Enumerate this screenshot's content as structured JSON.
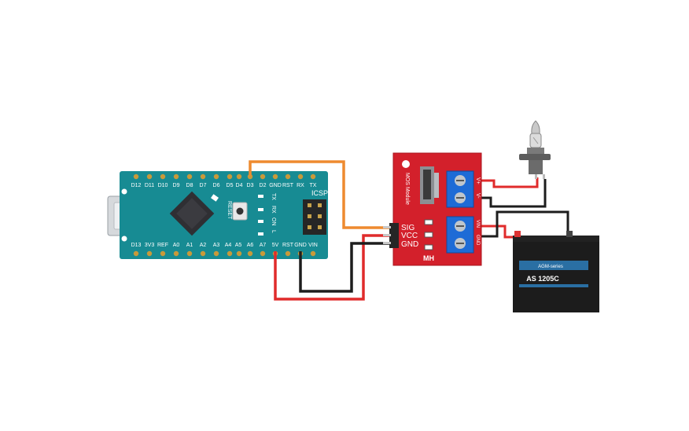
{
  "arduino": {
    "top_pins": [
      "D12",
      "D11",
      "D10",
      "D9",
      "D8",
      "D7",
      "D6",
      "D5",
      "D4",
      "D3",
      "D2",
      "GND",
      "RST",
      "RX",
      "TX"
    ],
    "bottom_pins": [
      "D13",
      "3V3",
      "REF",
      "A0",
      "A1",
      "A2",
      "A3",
      "A4",
      "A5",
      "A6",
      "A7",
      "5V",
      "RST",
      "GND",
      "VIN"
    ],
    "icsp_label": "ICSP",
    "reset_label": "RESET",
    "leds": [
      "TX",
      "RX",
      "ON",
      "L"
    ]
  },
  "mosfet_module": {
    "title": "MOS Module",
    "pins": [
      "SIG",
      "VCC",
      "GND"
    ],
    "brand": "MH",
    "load_terminal_labels": [
      "V+",
      "V-"
    ],
    "power_terminal_labels": [
      "VIN",
      "GND"
    ]
  },
  "battery": {
    "model": "AS 1205C",
    "brand": "AGM-series"
  },
  "colors": {
    "pcb_teal": "#178b93",
    "module_red": "#d3202b",
    "terminal_blue": "#1e6bd6",
    "wire_orange": "#ee8a2f",
    "wire_red": "#e02b2b",
    "wire_black": "#1d1d1d"
  }
}
